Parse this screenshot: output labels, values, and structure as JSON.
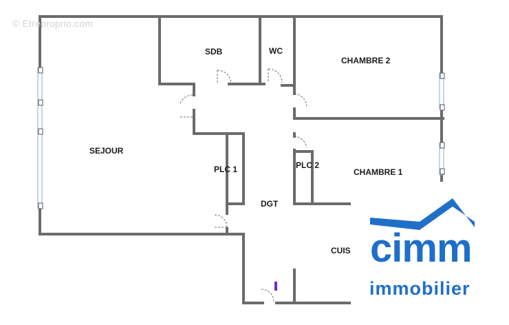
{
  "watermark": "© Etreproprio.com",
  "rooms": {
    "sdb": "SDB",
    "wc": "WC",
    "chambre2": "CHAMBRE 2",
    "sejour": "SEJOUR",
    "plc1": "PLC 1",
    "plc2": "PLC 2",
    "chambre1": "CHAMBRE 1",
    "dgt": "DGT",
    "cuis": "CUIS"
  },
  "logo": {
    "primary": "cimm",
    "secondary": "immobilier",
    "color": "#1f6fc9"
  },
  "colors": {
    "wall": "#6b6b6b",
    "window": "#8aaed8",
    "marker": "#6a2bc4"
  }
}
